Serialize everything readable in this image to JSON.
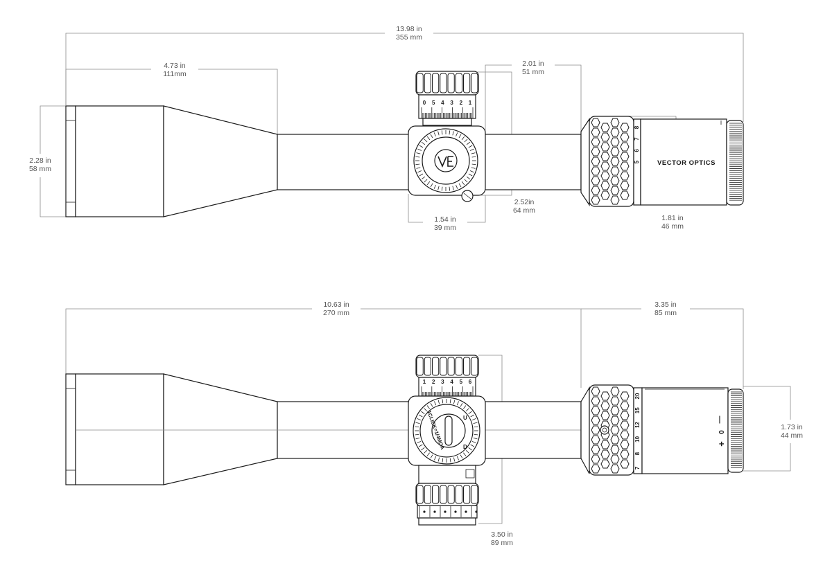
{
  "brand": "VECTOR OPTICS",
  "top_view": {
    "dims": {
      "overall": [
        "13.98 in",
        "355 mm"
      ],
      "objective_length": [
        "4.73 in",
        "111mm"
      ],
      "eyepiece_gap": [
        "2.01 in",
        "51 mm"
      ],
      "objective_diameter": [
        "2.28 in",
        "58 mm"
      ],
      "turret_width": [
        "1.54 in",
        "39 mm"
      ],
      "turret_height": [
        "2.52in",
        "64 mm"
      ],
      "eyepiece_diameter": [
        "1.81 in",
        "46 mm"
      ]
    },
    "turret_scale": [
      "0",
      "5",
      "4",
      "3",
      "2",
      "1"
    ],
    "magnification_scale": [
      "8",
      "7",
      "6",
      "5"
    ]
  },
  "side_view": {
    "dims": {
      "front_to_ring": [
        "10.63 in",
        "270 mm"
      ],
      "eyepiece_length": [
        "3.35 in",
        "85 mm"
      ],
      "ocular_diameter": [
        "1.73 in",
        "44 mm"
      ],
      "turret_span": [
        "3.50 in",
        "89 mm"
      ]
    },
    "turret_scale": [
      "1",
      "2",
      "3",
      "4",
      "5",
      "6"
    ],
    "magnification_scale": [
      "20",
      "15",
      "12",
      "10",
      "8",
      "7"
    ],
    "diopter": [
      "+",
      "0",
      "—"
    ],
    "windage_cap_text": "1CLICK=1/4MOA",
    "windage_letters": [
      "U",
      "D"
    ]
  }
}
